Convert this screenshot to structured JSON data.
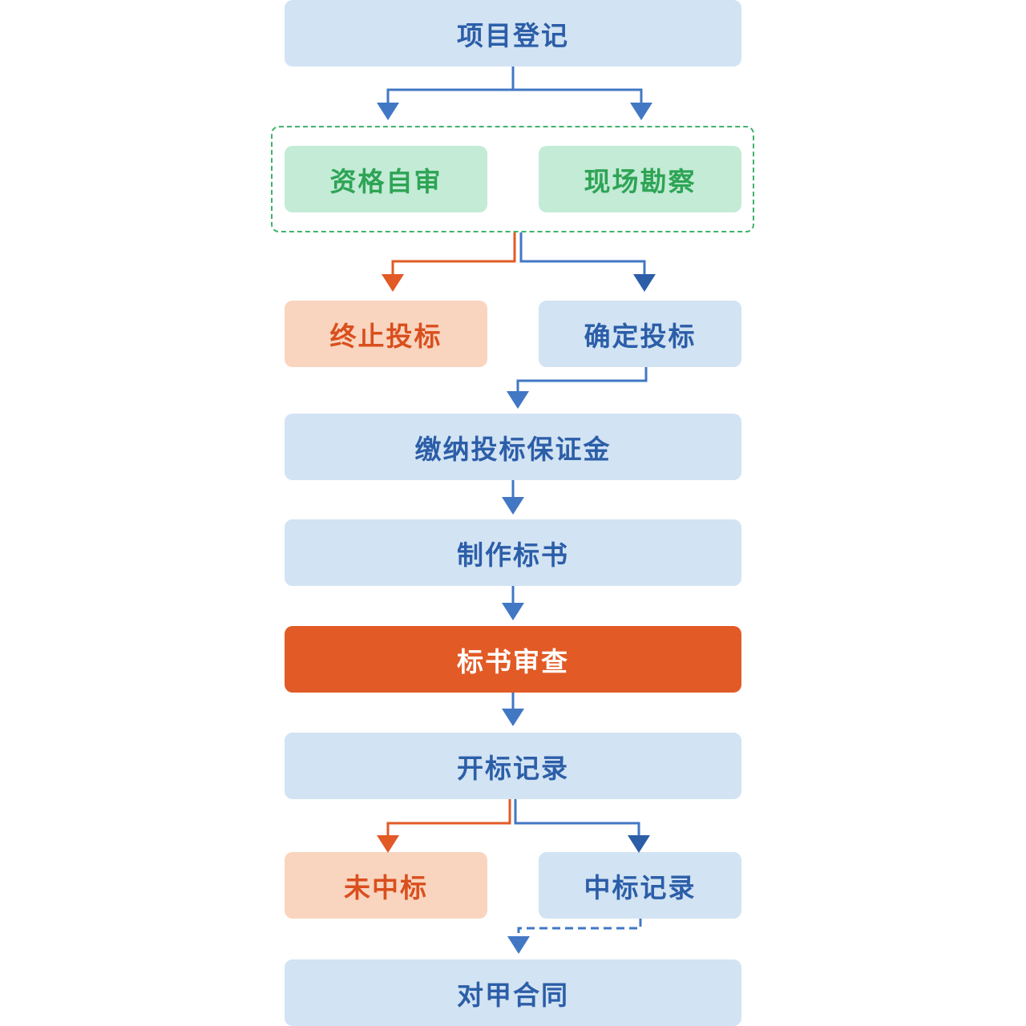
{
  "diagram": {
    "type": "flowchart",
    "colors": {
      "blue_fill": "#d2e3f3",
      "blue_text": "#2c5ea8",
      "green_fill": "#c3ebd6",
      "green_text": "#2ea455",
      "peach_fill": "#f9d5bf",
      "peach_text": "#d94f1e",
      "highlight_fill": "#e25a26",
      "highlight_text": "#ffffff",
      "arrow_blue": "#4277c4",
      "arrow_dark_blue": "#2c5ea8",
      "arrow_orange": "#e25a26",
      "group_border": "#3fb26a"
    },
    "nodes": {
      "project_registration": "项目登记",
      "qualification_self_review": "资格自审",
      "site_survey": "现场勘察",
      "terminate_bid": "终止投标",
      "confirm_bid": "确定投标",
      "pay_bid_bond": "缴纳投标保证金",
      "prepare_tender": "制作标书",
      "tender_review": "标书审查",
      "bid_opening_record": "开标记录",
      "not_won": "未中标",
      "won_record": "中标记录",
      "party_a_contract": "对甲合同"
    },
    "edges": [
      {
        "from": "项目登记",
        "to": "资格自审",
        "style": "solid",
        "color": "blue"
      },
      {
        "from": "项目登记",
        "to": "现场勘察",
        "style": "solid",
        "color": "blue"
      },
      {
        "from": "资格自审/现场勘察",
        "to": "终止投标",
        "style": "solid",
        "color": "orange"
      },
      {
        "from": "资格自审/现场勘察",
        "to": "确定投标",
        "style": "solid",
        "color": "blue"
      },
      {
        "from": "确定投标",
        "to": "缴纳投标保证金",
        "style": "solid",
        "color": "blue"
      },
      {
        "from": "缴纳投标保证金",
        "to": "制作标书",
        "style": "solid",
        "color": "blue"
      },
      {
        "from": "制作标书",
        "to": "标书审查",
        "style": "solid",
        "color": "blue"
      },
      {
        "from": "标书审查",
        "to": "开标记录",
        "style": "solid",
        "color": "blue"
      },
      {
        "from": "开标记录",
        "to": "未中标",
        "style": "solid",
        "color": "orange"
      },
      {
        "from": "开标记录",
        "to": "中标记录",
        "style": "solid",
        "color": "blue"
      },
      {
        "from": "中标记录",
        "to": "对甲合同",
        "style": "dashed",
        "color": "blue"
      }
    ]
  }
}
